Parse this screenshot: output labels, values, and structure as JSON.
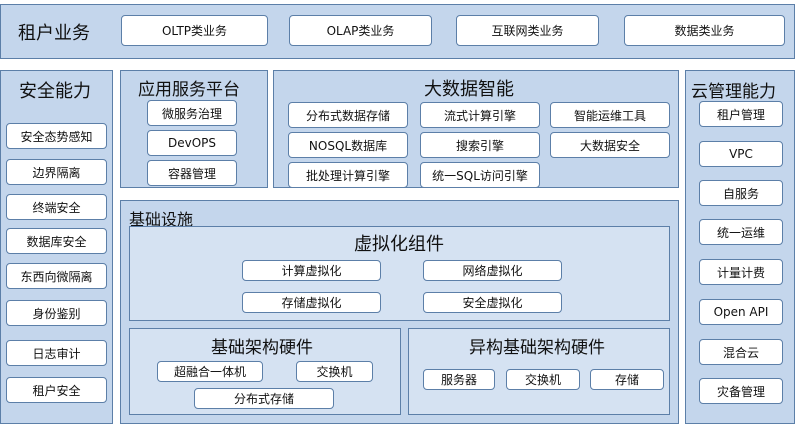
{
  "tenant": {
    "title": "租户业务",
    "items": [
      "OLTP类业务",
      "OLAP类业务",
      "互联网类业务",
      "数据类业务"
    ]
  },
  "security": {
    "title": "安全能力",
    "items": [
      "安全态势感知",
      "边界隔离",
      "终端安全",
      "数据库安全",
      "东西向微隔离",
      "身份鉴别",
      "日志审计",
      "租户安全"
    ]
  },
  "app_platform": {
    "title": "应用服务平台",
    "items": [
      "微服务治理",
      "DevOPS",
      "容器管理"
    ]
  },
  "bigdata": {
    "title": "大数据智能",
    "items": [
      "分布式数据存储",
      "流式计算引擎",
      "智能运维工具",
      "NOSQL数据库",
      "搜索引擎",
      "大数据安全",
      "批处理计算引擎",
      "统一SQL访问引擎"
    ]
  },
  "cloud_mgmt": {
    "title": "云管理能力",
    "items": [
      "租户管理",
      "VPC",
      "自服务",
      "统一运维",
      "计量计费",
      "Open API",
      "混合云",
      "灾备管理"
    ]
  },
  "infra": {
    "title": "基础设施",
    "virtualization": {
      "title": "虚拟化组件",
      "items": [
        "计算虚拟化",
        "网络虚拟化",
        "存储虚拟化",
        "安全虚拟化"
      ]
    },
    "hardware": {
      "title": "基础架构硬件",
      "items": [
        "超融合一体机",
        "交换机",
        "分布式存储"
      ]
    },
    "hetero": {
      "title": "异构基础架构硬件",
      "items": [
        "服务器",
        "交换机",
        "存储"
      ]
    }
  }
}
